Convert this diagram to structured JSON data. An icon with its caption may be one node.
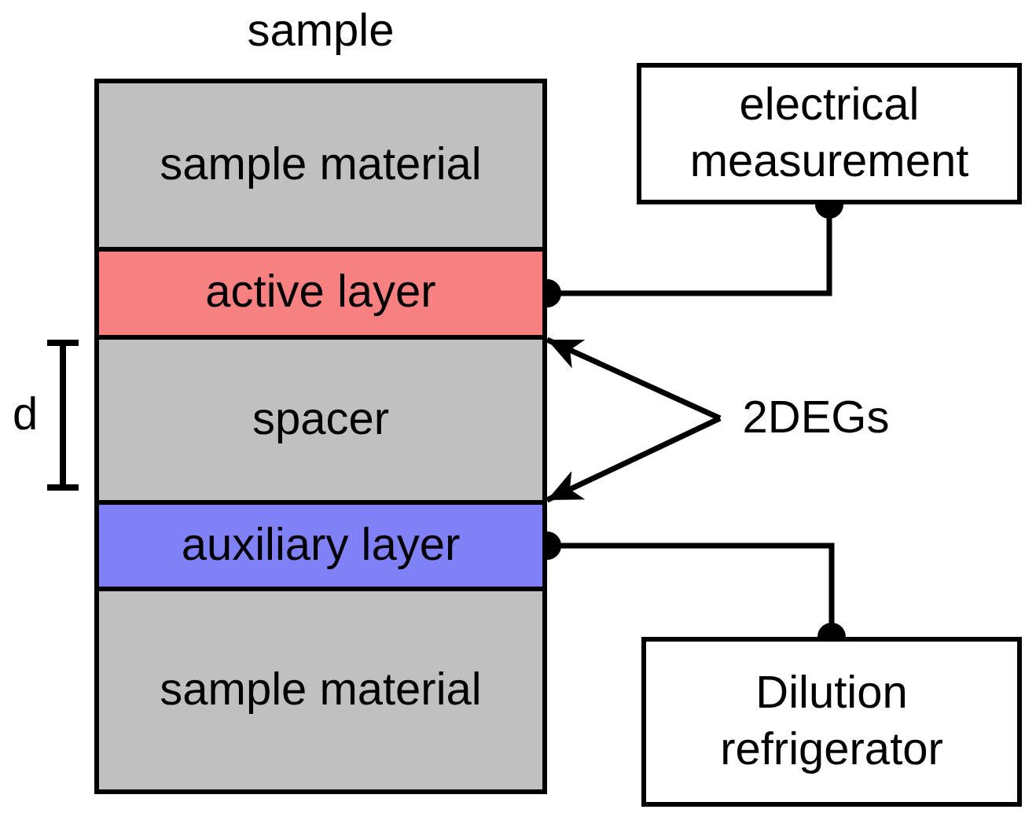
{
  "diagram": {
    "nodes": [
      {
        "text": [
          "sample"
        ]
      },
      {
        "text": [
          "sample material"
        ],
        "in": 0
      },
      {
        "text": [
          "active layer"
        ],
        "in": 0
      },
      {
        "text": [
          "spacer"
        ],
        "in": 0
      },
      {
        "text": [
          "auxiliary layer"
        ],
        "in": 0
      },
      {
        "text": [
          "sample material"
        ],
        "in": 0
      },
      {
        "text": [
          "electrical measurement"
        ]
      },
      {
        "text": [
          "2DEGs"
        ]
      },
      {
        "text": [
          "Dilution refrigerator"
        ]
      }
    ],
    "edges": [
      {
        "from": 2,
        "to": 6,
        "arrow": "other"
      },
      {
        "from": 7,
        "to": 2,
        "arrow": "to"
      },
      {
        "from": 7,
        "to": 4,
        "arrow": "to"
      },
      {
        "from": 4,
        "to": 8,
        "arrow": "other"
      }
    ],
    "labels": [
      "d"
    ]
  }
}
